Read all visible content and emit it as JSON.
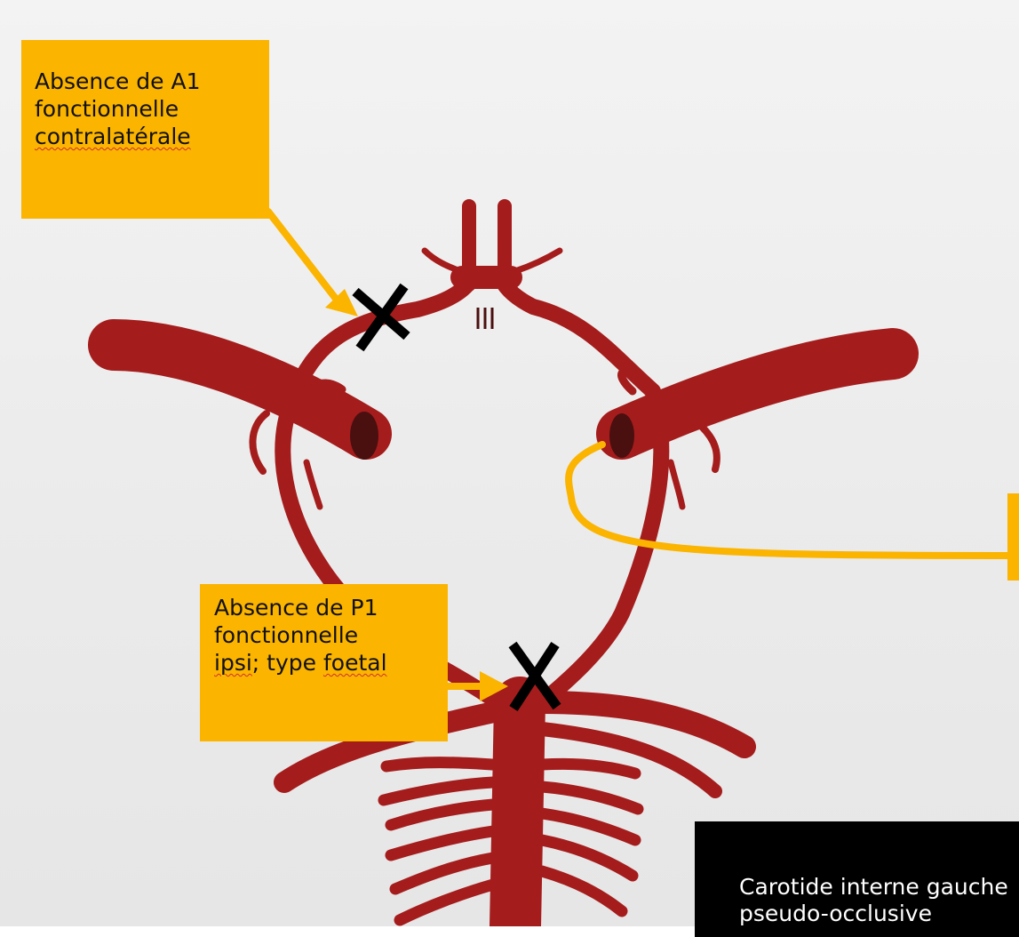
{
  "colors": {
    "artery": "#a51c1c",
    "artery_dark": "#4a0f0f",
    "callout": "#fbb400",
    "callout_text": "#111111",
    "marker": "#000000",
    "note_bg": "#000000",
    "note_text": "#ffffff"
  },
  "labels": {
    "a1": {
      "line1": "Absence de A1",
      "line2": "fonctionnelle",
      "line3": "contralatérale"
    },
    "p1": {
      "line1": "Absence de P1",
      "line2": "fonctionnelle",
      "line3_a": "ipsi",
      "line3_b": "; type ",
      "line3_c": "foetal"
    },
    "carotid": {
      "line1": "Carotide interne gauche",
      "line2": "pseudo-occlusive"
    }
  },
  "markers": [
    {
      "name": "x-marker-a1",
      "glyph": "X",
      "meaning": "absent A1 segment"
    },
    {
      "name": "x-marker-p1",
      "glyph": "X",
      "meaning": "absent P1 segment"
    }
  ]
}
